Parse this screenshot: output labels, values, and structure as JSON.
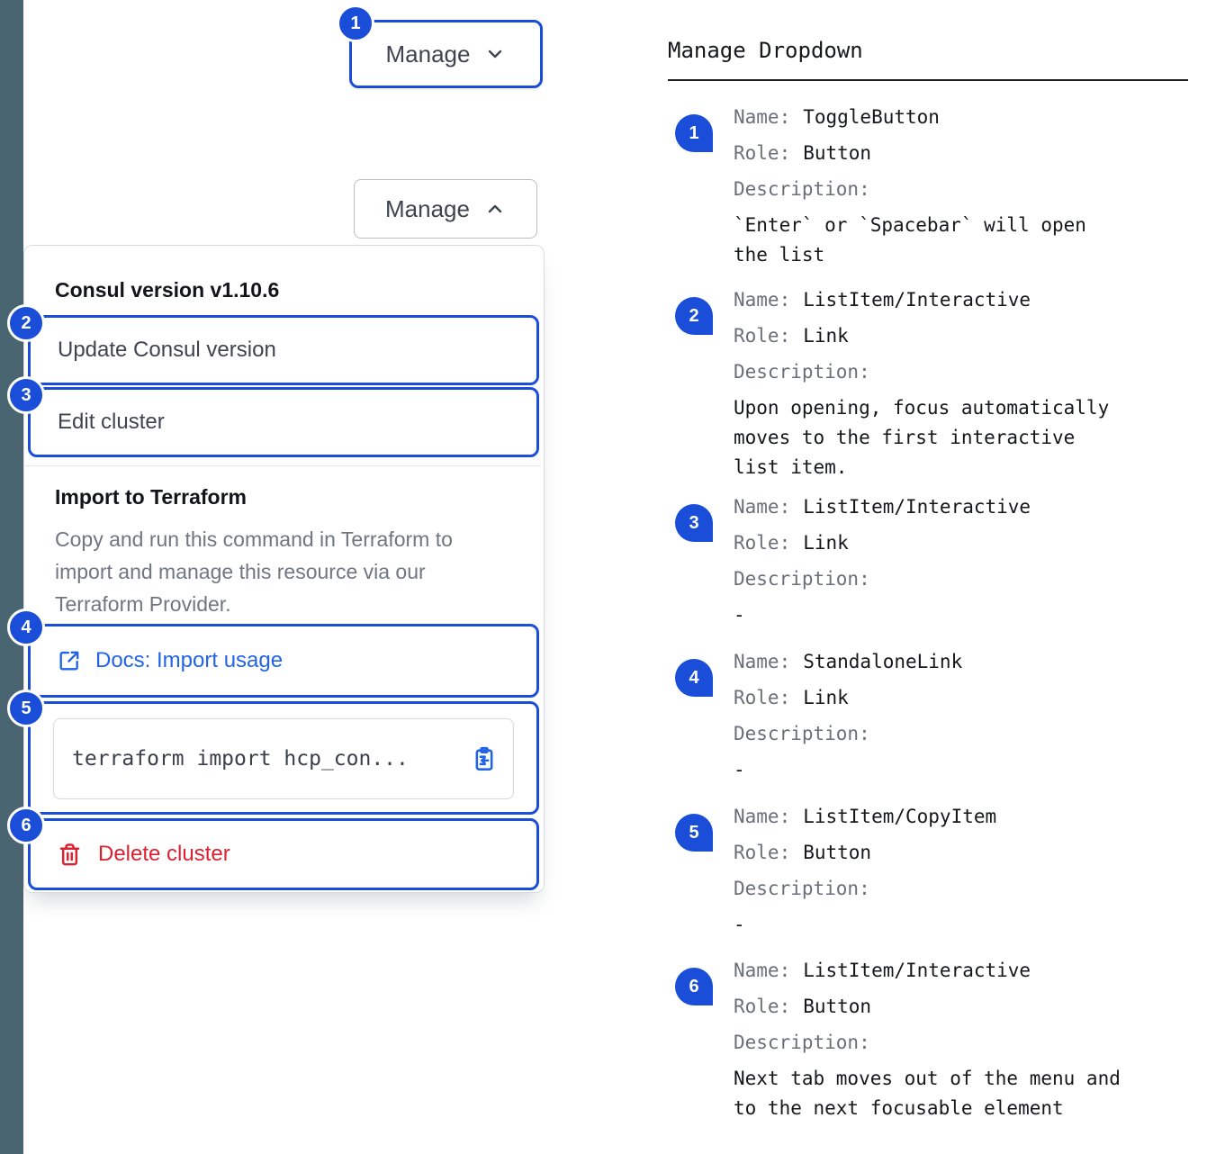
{
  "colors": {
    "accent_blue": "#1a4ed8",
    "link_blue": "#2264e8",
    "danger_red": "#dc2130",
    "sidebar_strip": "#4a6572"
  },
  "left": {
    "toggle_closed_label": "Manage",
    "toggle_open_label": "Manage",
    "dropdown": {
      "version_label": "Consul version v1.10.6",
      "update_item": "Update Consul version",
      "edit_item": "Edit cluster",
      "import_title": "Import to Terraform",
      "import_description": "Copy and run this command in Terraform to import and manage this resource via our Terraform Provider.",
      "docs_link_label": "Docs: Import usage",
      "code_snippet": "terraform import hcp_con...",
      "delete_label": "Delete cluster"
    },
    "badges": [
      "1",
      "2",
      "3",
      "4",
      "5",
      "6"
    ]
  },
  "right": {
    "title": "Manage Dropdown",
    "labels": {
      "name": "Name:",
      "role": "Role:",
      "description": "Description:"
    },
    "entries": [
      {
        "num": "1",
        "name": "ToggleButton",
        "role": "Button",
        "description": "`Enter` or `Spacebar` will open the list"
      },
      {
        "num": "2",
        "name": "ListItem/Interactive",
        "role": "Link",
        "description": "Upon opening, focus automatically moves to the first interactive list item."
      },
      {
        "num": "3",
        "name": "ListItem/Interactive",
        "role": "Link",
        "description": "-"
      },
      {
        "num": "4",
        "name": "StandaloneLink",
        "role": "Link",
        "description": "-"
      },
      {
        "num": "5",
        "name": "ListItem/CopyItem",
        "role": "Button",
        "description": "-"
      },
      {
        "num": "6",
        "name": "ListItem/Interactive",
        "role": "Button",
        "description": "Next tab moves out of the menu and to the next focusable element"
      }
    ]
  }
}
